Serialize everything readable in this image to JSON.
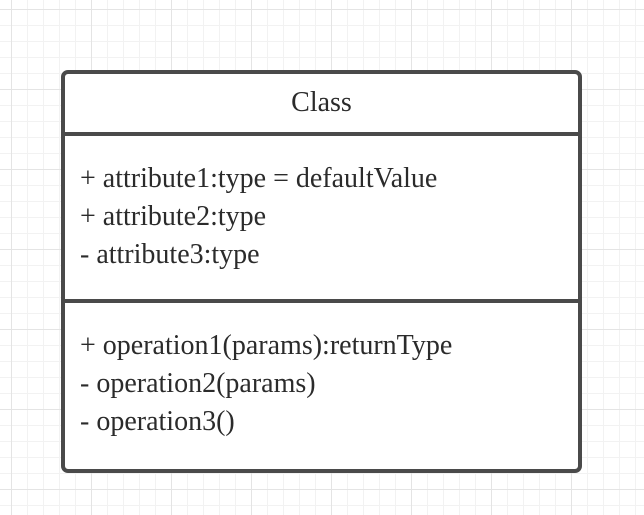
{
  "uml_class": {
    "name": "Class",
    "attributes": [
      "+ attribute1:type = defaultValue",
      "+ attribute2:type",
      "- attribute3:type"
    ],
    "operations": [
      "+ operation1(params):returnType",
      "- operation2(params)",
      "- operation3()"
    ]
  },
  "colors": {
    "border": "#4a4a4a",
    "text": "#2b2b2b",
    "grid_major": "#e4e4e4",
    "grid_minor": "#f2f2f2",
    "background": "#ffffff"
  }
}
